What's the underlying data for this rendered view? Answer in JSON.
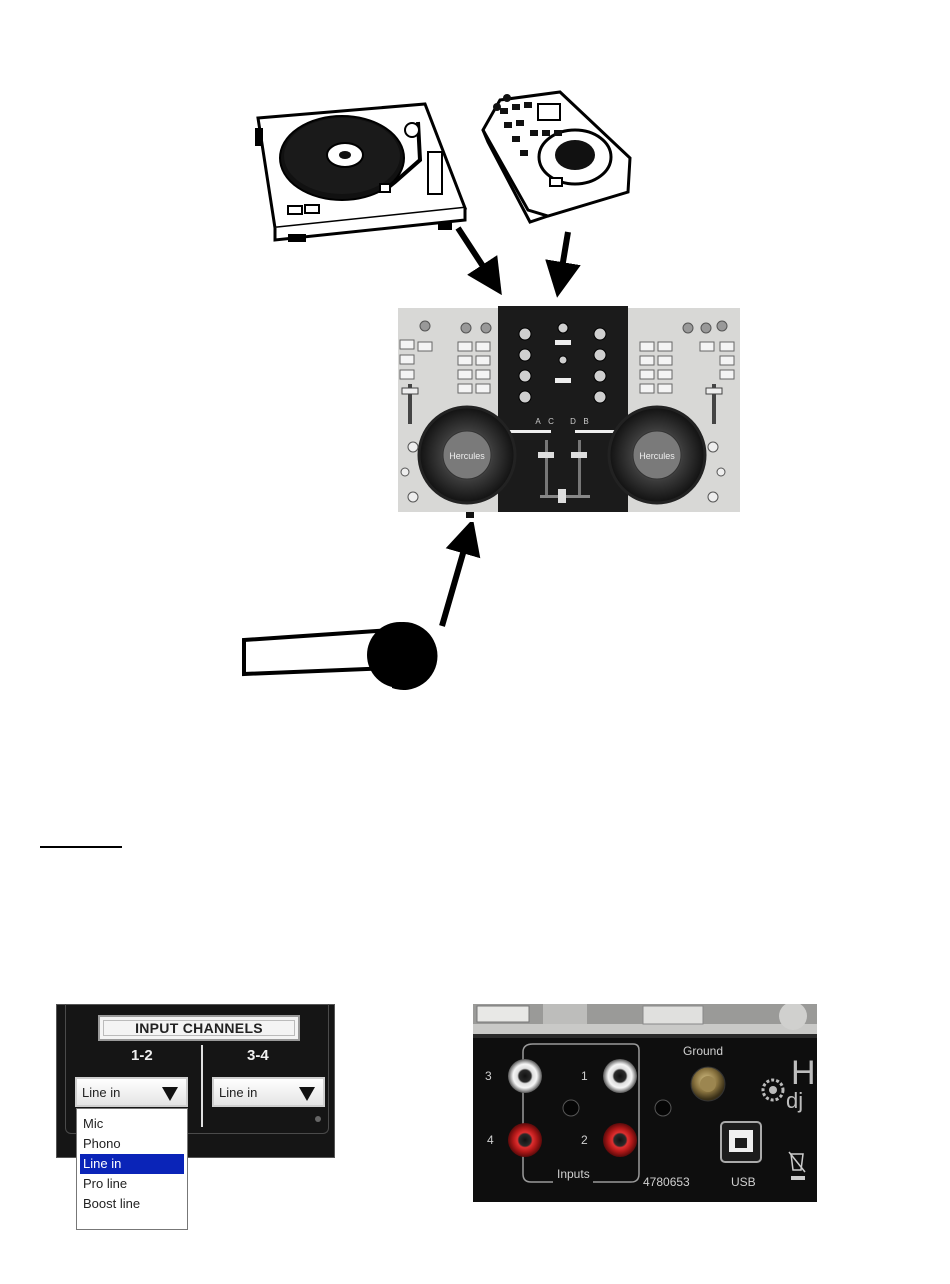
{
  "diagram": {
    "mixer_brand": "Hercules",
    "mixer_deck_letters": [
      "A",
      "C",
      "D",
      "B"
    ]
  },
  "driver_panel": {
    "title": "INPUT CHANNELS",
    "columns": [
      {
        "label": "1-2",
        "value": "Line in"
      },
      {
        "label": "3-4",
        "value": "Line in"
      }
    ],
    "dropdown_options": [
      "Mic",
      "Phono",
      "Line in",
      "Pro line",
      "Boost line"
    ],
    "selected_option": "Line in"
  },
  "rear_panel": {
    "input_numbers": [
      "3",
      "1",
      "4",
      "2"
    ],
    "inputs_label": "Inputs",
    "ground_label": "Ground",
    "usb_label": "USB",
    "serial": "4780653",
    "logo_text": "He",
    "logo_sub": "dj"
  }
}
